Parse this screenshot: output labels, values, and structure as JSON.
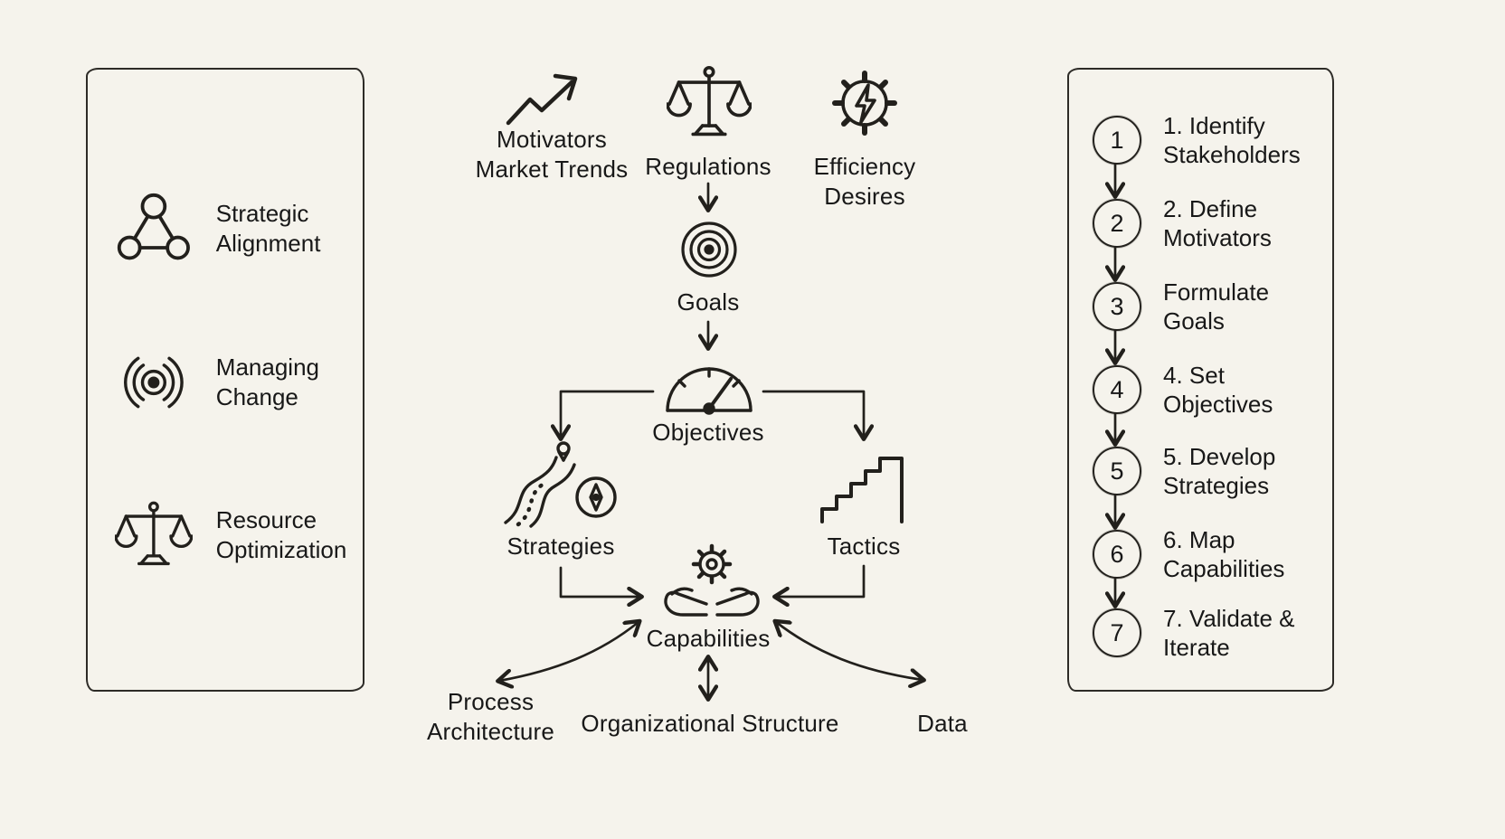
{
  "colors": {
    "background": "#f5f3ec",
    "ink": "#1f1f1f"
  },
  "left_panel": {
    "items": [
      {
        "icon": "network-icon",
        "label": "Strategic Alignment"
      },
      {
        "icon": "ripple-icon",
        "label": "Managing Change"
      },
      {
        "icon": "balance-scale-icon",
        "label": "Resource Optimization"
      }
    ]
  },
  "flow": {
    "motivators_label": "Motivators Market Trends",
    "regulations_label": "Regulations",
    "efficiency_label": "Efficiency Desires",
    "goals_label": "Goals",
    "objectives_label": "Objectives",
    "strategies_label": "Strategies",
    "tactics_label": "Tactics",
    "capabilities_label": "Capabilities",
    "process_architecture_label": "Process Architecture",
    "organizational_structure_label": "Organizational Structure",
    "data_label": "Data",
    "icons": {
      "motivators": "trend-arrow-icon",
      "regulations": "balance-scale-icon",
      "efficiency": "gear-bolt-icon",
      "goals": "target-icon",
      "objectives": "gauge-icon",
      "strategies": "road-compass-icon",
      "tactics": "stairs-icon",
      "capabilities": "hands-gear-icon"
    }
  },
  "right_panel": {
    "steps": [
      {
        "num": "1",
        "label": "1. Identify Stakeholders"
      },
      {
        "num": "2",
        "label": "2. Define Motivators"
      },
      {
        "num": "3",
        "label": "Formulate Goals"
      },
      {
        "num": "4",
        "label": "4. Set Objectives"
      },
      {
        "num": "5",
        "label": "5. Develop Strategies"
      },
      {
        "num": "6",
        "label": "6. Map Capabilities"
      },
      {
        "num": "7",
        "label": "7. Validate & Iterate"
      }
    ]
  }
}
